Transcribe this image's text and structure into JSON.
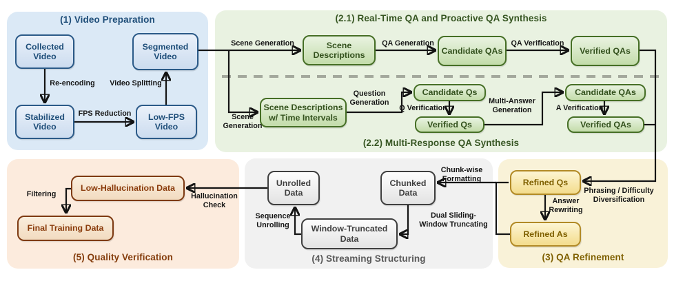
{
  "sections": {
    "video_preparation": {
      "title": "(1) Video Preparation"
    },
    "realtime_qa": {
      "title": "(2.1) Real-Time QA and Proactive QA Synthesis"
    },
    "multi_response_qa": {
      "title": "(2.2) Multi-Response QA Synthesis"
    },
    "qa_refinement": {
      "title": "(3) QA Refinement"
    },
    "streaming_structuring": {
      "title": "(4) Streaming Structuring"
    },
    "quality_verification": {
      "title": "(5) Quality Verification"
    }
  },
  "boxes": {
    "collected_video": "Collected Video",
    "stabilized_video": "Stabilized Video",
    "low_fps_video": "Low-FPS Video",
    "segmented_video": "Segmented Video",
    "scene_descriptions": "Scene Descriptions",
    "candidate_qas_rt": "Candidate QAs",
    "verified_qas_rt": "Verified QAs",
    "scene_descriptions_ti": "Scene Descriptions w/ Time Intervals",
    "candidate_qs": "Candidate Qs",
    "verified_qs": "Verified Qs",
    "candidate_qas_mr": "Candidate QAs",
    "verified_qas_mr": "Verified QAs",
    "refined_qs": "Refined Qs",
    "refined_as": "Refined As",
    "unrolled_data": "Unrolled Data",
    "chunked_data": "Chunked Data",
    "window_truncated_data": "Window-Truncated Data",
    "low_hallucination_data": "Low-Hallucination Data",
    "final_training_data": "Final Training Data"
  },
  "edge_labels": {
    "re_encoding": "Re-encoding",
    "fps_reduction": "FPS Reduction",
    "video_splitting": "Video Splitting",
    "scene_generation_rt": "Scene Generation",
    "qa_generation": "QA Generation",
    "qa_verification": "QA Verification",
    "scene_generation_mr": "Scene Generation",
    "question_generation": "Question Generation",
    "q_verification": "Q Verification",
    "multi_answer_generation": "Multi-Answer Generation",
    "a_verification": "A Verification",
    "phrasing_difficulty": "Phrasing / Difficulty Diversification",
    "answer_rewriting": "Answer Rewriting",
    "chunk_wise_formatting": "Chunk-wise Formatting",
    "dual_sliding_window": "Dual Sliding-Window Truncating",
    "sequence_unrolling": "Sequence Unrolling",
    "hallucination_check": "Hallucination Check",
    "filtering": "Filtering"
  },
  "colors": {
    "panel_blue": "#dbe9f6",
    "panel_green": "#e9f2e1",
    "panel_yellow": "#f9f2d8",
    "panel_gray": "#f1f1f1",
    "panel_peach": "#fcebdd",
    "title_blue": "#1f4e79",
    "title_green": "#375623",
    "title_gold": "#7f6000",
    "title_gray": "#595959",
    "title_brown": "#843c0c",
    "arrow": "#141414"
  }
}
